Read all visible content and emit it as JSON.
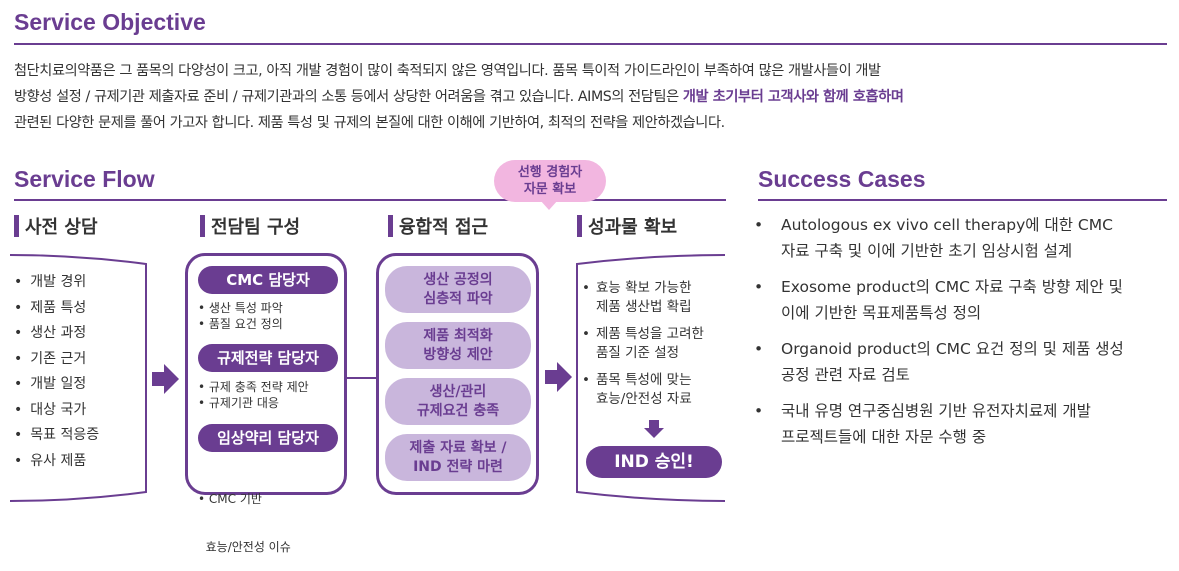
{
  "objective": {
    "title": "Service Objective",
    "line1": "첨단치료의약품은 그 품목의 다양성이 크고, 아직 개발 경험이 많이 축적되지 않은 영역입니다. 품목 특이적 가이드라인이 부족하여 많은 개발사들이 개발",
    "line2_pre": "방향성 설정 / 규제기관 제출자료 준비 / 규제기관과의 소통 등에서 상당한 어려움을 겪고 있습니다. AIMS의 전담팀은 ",
    "line2_highlight": "개발 초기부터  고객사와 함께 호흡하며",
    "line3": "관련된 다양한 문제를 풀어 가고자 합니다. 제품 특성 및 규제의 본질에 대한 이해에 기반하여, 최적의 전략을 제안하겠습니다."
  },
  "flow": {
    "title": "Service Flow",
    "bubble": [
      "선행 경험자",
      "자문 확보"
    ],
    "colors": {
      "accent": "#6a3d91",
      "pill": "#c9b6dc",
      "bubble": "#f2b6e0"
    },
    "step1": {
      "title": "사전 상담",
      "items": [
        "개발 경위",
        "제품 특성",
        "생산 과정",
        "기존 근거",
        "개발 일정",
        "대상 국가",
        "목표 적응증",
        "유사 제품"
      ]
    },
    "step2": {
      "title": "전담팀 구성",
      "roles": [
        {
          "label": "CMC 담당자",
          "items": [
            "• 생산 특성 파악",
            "• 품질 요건 정의"
          ]
        },
        {
          "label": "규제전략 담당자",
          "items": [
            "• 규제 충족 전략 제안",
            "• 규제기관 대응"
          ]
        },
        {
          "label": "임상약리 담당자",
          "items": [
            "• CMC 기반",
            "  효능/안전성 이슈"
          ]
        }
      ]
    },
    "step3": {
      "title": "융합적 접근",
      "pills": [
        [
          "생산 공정의",
          "심층적 파악"
        ],
        [
          "제품 최적화",
          "방향성 제안"
        ],
        [
          "생산/관리",
          "규제요건 충족"
        ],
        [
          "제출 자료 확보 /",
          "IND 전략 마련"
        ]
      ]
    },
    "step4": {
      "title": "성과물 확보",
      "items": [
        [
          "효능 확보 가능한",
          "제품 생산법 확립"
        ],
        [
          "제품 특성을 고려한",
          "품질 기준 설정"
        ],
        [
          "품목 특성에 맞는",
          "효능/안전성 자료"
        ]
      ],
      "result": "IND 승인!"
    }
  },
  "cases": {
    "title": "Success Cases",
    "items": [
      [
        "Autologous ex vivo cell therapy에 대한 CMC",
        "자료 구축 및 이에 기반한 초기 임상시험 설계"
      ],
      [
        "Exosome product의 CMC 자료 구축 방향 제안 및",
        "이에 기반한 목표제품특성 정의"
      ],
      [
        "Organoid product의 CMC 요건 정의 및 제품 생성",
        "공정 관련 자료 검토"
      ],
      [
        "국내 유명 연구중심병원 기반 유전자치료제 개발",
        "프로젝트들에 대한 자문 수행 중"
      ]
    ]
  }
}
